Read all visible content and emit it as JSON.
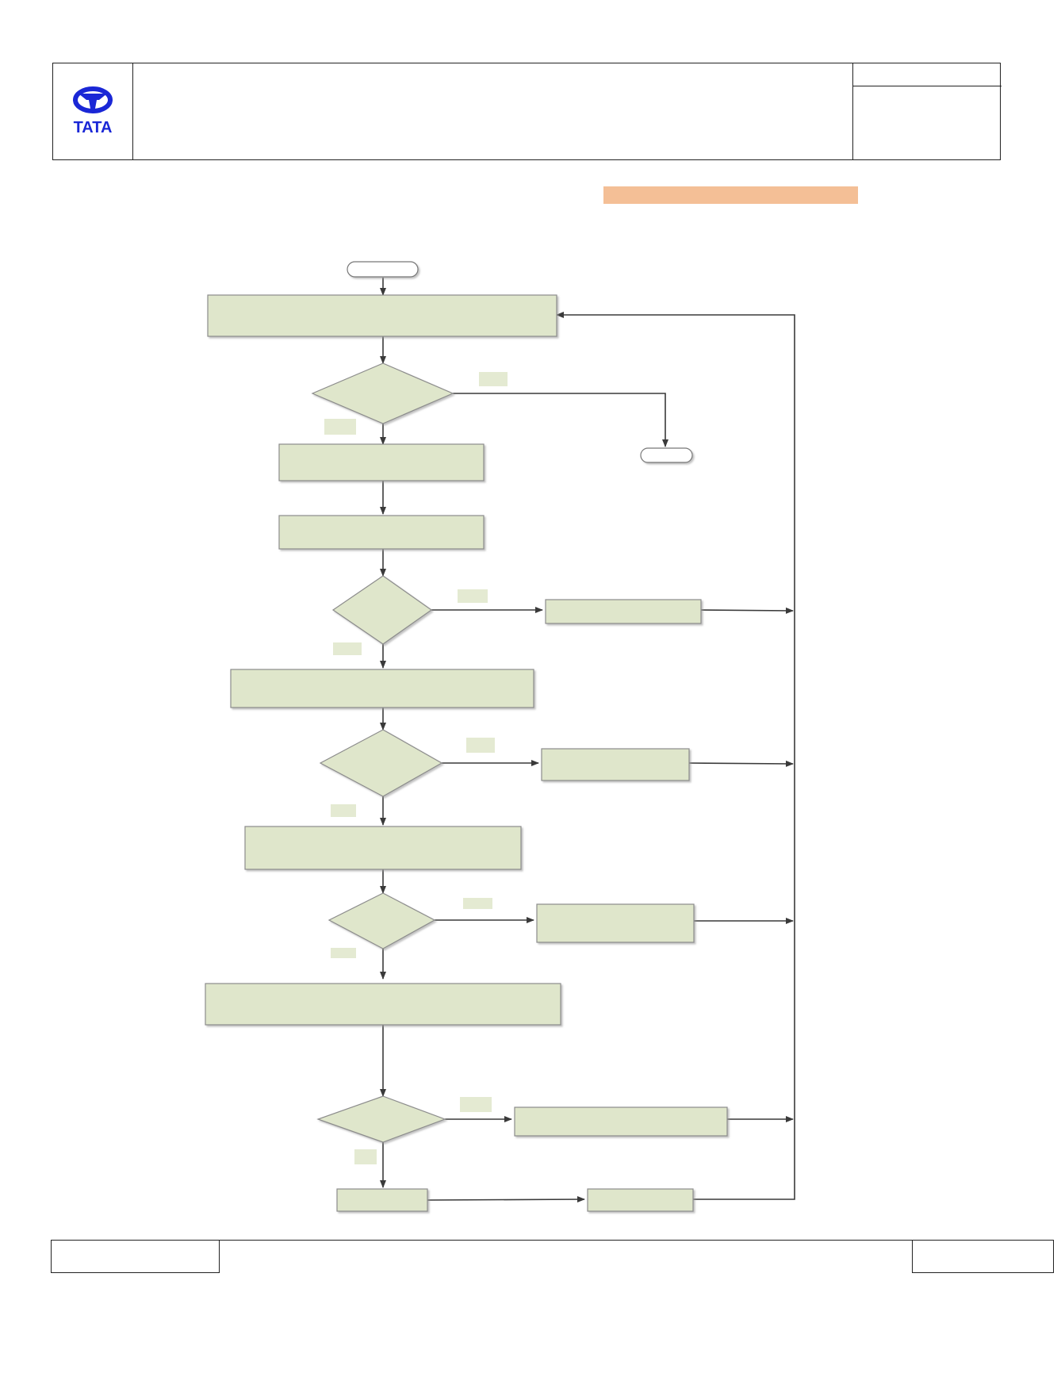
{
  "header": {
    "logo_text": "TATA",
    "logo_color": "#1a27d6",
    "title": "",
    "doc_ref": "",
    "doc_info": ""
  },
  "highlight_band": {
    "color": "#f4bf96",
    "text": ""
  },
  "flowchart": {
    "colors": {
      "box_fill": "#dfe6cb",
      "box_stroke": "#8c8c8c",
      "line": "#3a3a3a",
      "label_fill": "#e4ead2",
      "terminal_fill": "#ffffff"
    },
    "terminals": [
      {
        "id": "start",
        "text": ""
      },
      {
        "id": "end",
        "text": ""
      }
    ],
    "process_boxes": [
      {
        "id": "p1",
        "text": ""
      },
      {
        "id": "p2",
        "text": ""
      },
      {
        "id": "p3",
        "text": ""
      },
      {
        "id": "p4",
        "text": ""
      },
      {
        "id": "p5",
        "text": ""
      },
      {
        "id": "p6",
        "text": ""
      },
      {
        "id": "p7",
        "text": ""
      },
      {
        "id": "side1",
        "text": ""
      },
      {
        "id": "side2",
        "text": ""
      },
      {
        "id": "side3",
        "text": ""
      },
      {
        "id": "side4",
        "text": ""
      },
      {
        "id": "side5",
        "text": ""
      }
    ],
    "decisions": [
      {
        "id": "d1",
        "text": ""
      },
      {
        "id": "d2",
        "text": ""
      },
      {
        "id": "d3",
        "text": ""
      },
      {
        "id": "d4",
        "text": ""
      },
      {
        "id": "d5",
        "text": ""
      }
    ],
    "branch_labels": [
      {
        "id": "d1-right",
        "text": ""
      },
      {
        "id": "d1-down",
        "text": ""
      },
      {
        "id": "d2-right",
        "text": ""
      },
      {
        "id": "d2-down",
        "text": ""
      },
      {
        "id": "d3-right",
        "text": ""
      },
      {
        "id": "d3-down",
        "text": ""
      },
      {
        "id": "d4-right",
        "text": ""
      },
      {
        "id": "d4-down",
        "text": ""
      },
      {
        "id": "d5-right",
        "text": ""
      },
      {
        "id": "d5-down",
        "text": ""
      }
    ]
  },
  "footer": {
    "left": "",
    "center": "",
    "right": ""
  }
}
